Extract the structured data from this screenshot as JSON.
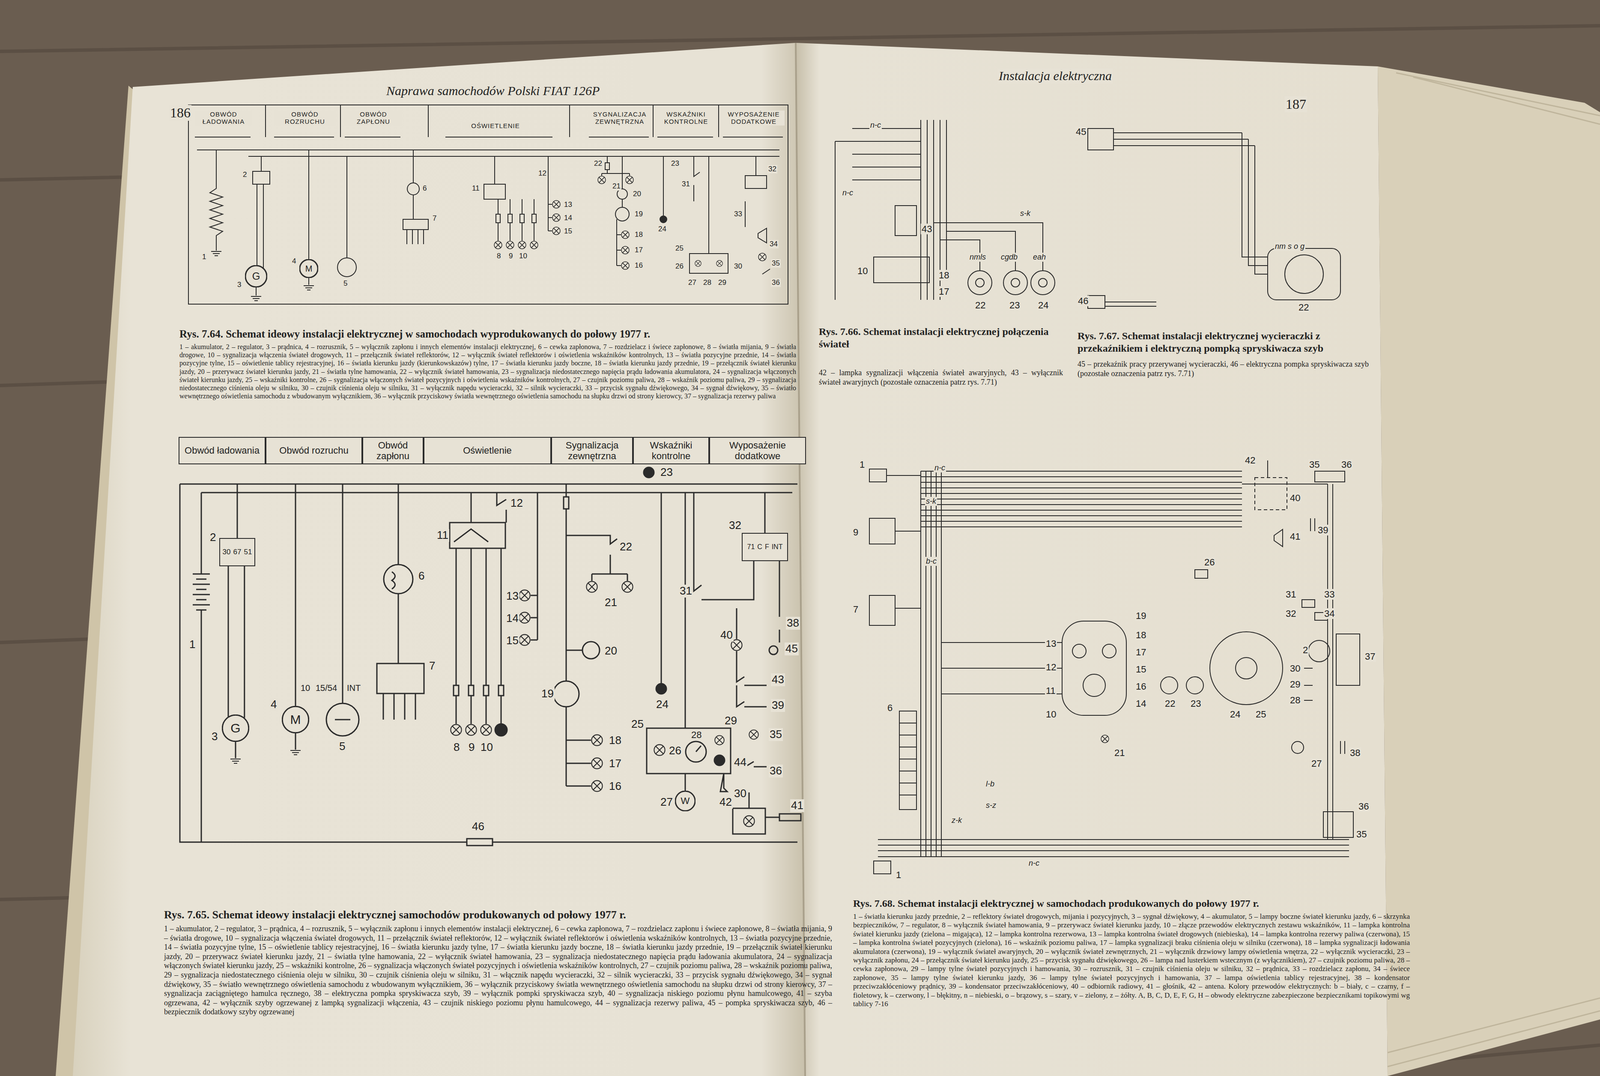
{
  "diagram": {
    "title": "Instalacja elektryczna",
    "nodes": [
      {
        "text": [
          "G"
        ]
      },
      {
        "text": [
          "M"
        ]
      },
      {
        "text": [
          "Obwód ładowania"
        ]
      },
      {
        "text": [
          "Obwód rozruchu"
        ]
      },
      {
        "text": [
          "Obwód zapłonu"
        ]
      },
      {
        "text": [
          "Oświetlenie"
        ]
      },
      {
        "text": [
          "Sygnalizacja zewnętrzna"
        ]
      },
      {
        "text": [
          "Wskaźniki kontrolne"
        ]
      },
      {
        "text": [
          "Wyposażenie dodatkowe"
        ]
      },
      {
        "text": [
          "30",
          "67",
          "51"
        ]
      },
      {
        "text": [
          "G"
        ]
      },
      {
        "text": [
          "M"
        ]
      },
      {
        "text": [
          "71",
          "C",
          "F",
          "INT"
        ]
      },
      {
        "text": [
          "W"
        ]
      }
    ],
    "edges": [
      {
        "from": 9,
        "to": 10,
        "arrow": "none"
      },
      {
        "from": 9,
        "to": 10,
        "arrow": "none"
      }
    ],
    "labels": [
      "186",
      "Naprawa samochodów Polski FIAT 126P",
      "187",
      "OBWÓD ŁADOWANIA",
      "OBWÓD ROZRUCHU",
      "OBWÓD ZAPŁONU",
      "OŚWIETLENIE",
      "SYGNALIZACJA ZEWNĘTRZNA",
      "WSKAŹNIKI KONTROLNE",
      "WYPOSAŻENIE DODATKOWE",
      "1",
      "2",
      "3",
      "4",
      "5",
      "6",
      "7",
      "8",
      "9",
      "10",
      "11",
      "12",
      "13",
      "14",
      "15",
      "16",
      "17",
      "18",
      "19",
      "20",
      "21",
      "22",
      "23",
      "24",
      "25",
      "26",
      "27",
      "28",
      "29",
      "30",
      "31",
      "32",
      "33",
      "34",
      "35",
      "36",
      "Rys. 7.64. Schemat ideowy instalacji elektrycznej w samochodach wyprodukowanych do połowy 1977 r.",
      "1 – akumulator, 2 – regulator, 3 – prądnica, 4 – rozrusznik, 5 – wyłącznik zapłonu i innych elementów instalacji elektrycznej, 6 – cewka zapłonowa, 7 – rozdzielacz i świece zapłonowe, 8 – światła mijania, 9 – światła drogowe, 10 – sygnalizacja włączenia świateł drogowych, 11 – przełącznik świateł reflektorów, 12 – wyłącznik świateł reflektorów i oświetlenia wskaźników kontrolnych, 13 – światła pozycyjne przednie, 14 – światła pozycyjne tylne, 15 – oświetlenie tablicy rejestracyjnej, 16 – światła kierunku jazdy (kierunkowskazów) tylne, 17 – światła kierunku jazdy boczne, 18 – światła kierunku jazdy przednie, 19 – przełącznik świateł kierunku jazdy, 20 – przerywacz świateł kierunku jazdy, 21 – światła tylne hamowania, 22 – wyłącznik świateł hamowania, 23 – sygnalizacja niedostatecznego napięcia prądu ładowania akumulatora, 24 – sygnalizacja włączonych świateł kierunku jazdy, 25 – wskaźniki kontrolne, 26 – sygnalizacja włączonych świateł pozycyjnych i oświetlenia wskaźników kontrolnych, 27 – czujnik poziomu paliwa, 28 – wskaźnik poziomu paliwa, 29 – sygnalizacja niedostatecznego ciśnienia oleju w silniku, 30 – czujnik ciśnienia oleju w silniku, 31 – wyłącznik napędu wycieraczki, 32 – silnik wycieraczki, 33 – przycisk sygnału dźwiękowego, 34 – sygnał dźwiękowy, 35 – światło wewnętrznego oświetlenia samochodu z wbudowanym wyłącznikiem, 36 – wyłącznik przyciskowy światła wewnętrznego oświetlenia samochodu na słupku drzwi od strony kierowcy, 37 – sygnalizacja rezerwy paliwa",
      "23",
      "1",
      "2",
      "3",
      "4",
      "5",
      "10",
      "15/54",
      "INT",
      "6",
      "7",
      "11",
      "12",
      "8",
      "9",
      "10",
      "13",
      "14",
      "15",
      "22",
      "21",
      "20",
      "19",
      "18",
      "17",
      "16",
      "24",
      "25",
      "26",
      "28",
      "29",
      "44",
      "27",
      "30",
      "31",
      "32",
      "38",
      "40",
      "45",
      "43",
      "39",
      "35",
      "36",
      "42",
      "41",
      "46",
      "Rys. 7.65. Schemat ideowy instalacji elektrycznej samochodów produkowanych od połowy 1977 r.",
      "1 – akumulator, 2 – regulator, 3 – prądnica, 4 – rozrusznik, 5 – wyłącznik zapłonu i innych elementów instalacji elektrycznej, 6 – cewka zapłonowa, 7 – rozdzielacz zapłonu i świece zapłonowe, 8 – światła mijania, 9 – światła drogowe, 10 – sygnalizacja włączenia świateł drogowych, 11 – przełącznik świateł reflektorów, 12 – wyłącznik świateł reflektorów i oświetlenia wskaźników kontrolnych, 13 – światła pozycyjne przednie, 14 – światła pozycyjne tylne, 15 – oświetlenie tablicy rejestracyjnej, 16 – światła kierunku jazdy tylne, 17 – światła kierunku jazdy boczne, 18 – światła kierunku jazdy przednie, 19 – przełącznik świateł kierunku jazdy, 20 – przerywacz świateł kierunku jazdy, 21 – światła tylne hamowania, 22 – wyłącznik świateł hamowania, 23 – sygnalizacja niedostatecznego napięcia prądu ładowania akumulatora, 24 – sygnalizacja włączonych świateł kierunku jazdy, 25 – wskaźniki kontrolne, 26 – sygnalizacja włączonych świateł pozycyjnych i oświetlenia wskaźników kontrolnych, 27 – czujnik poziomu paliwa, 28 – wskaźnik poziomu paliwa, 29 – sygnalizacja niedostatecznego ciśnienia oleju w silniku, 30 – czujnik ciśnienia oleju w silniku, 31 – włącznik napędu wycieraczki, 32 – silnik wycieraczki, 33 – przycisk sygnału dźwiękowego, 34 – sygnał dźwiękowy, 35 – światło wewnętrznego oświetlenia samochodu z wbudowanym wyłącznikiem, 36 – wyłącznik przyciskowy światła wewnętrznego oświetlenia samochodu na słupku drzwi od strony kierowcy, 37 – sygnalizacja zaciągniętego hamulca ręcznego, 38 – elektryczna pompka spryskiwacza szyb, 39 – wyłącznik pompki spryskiwacza szyb, 40 – sygnalizacja niskiego poziomu płynu hamulcowego, 41 – szyba ogrzewana, 42 – wyłącznik szyby ogrzewanej z lampką sygnalizacji włączenia, 43 – czujnik niskiego poziomu płynu hamulcowego, 44 – sygnalizacja rezerwy paliwa, 45 – pompka spryskiwacza szyb, 46 – bezpiecznik dodatkowy szyby ogrzewanej",
      "n-c",
      "n-c",
      "s-k",
      "43",
      "10",
      "18",
      "17",
      "nmls",
      "cgdb",
      "eah",
      "22",
      "23",
      "24",
      "Rys. 7.66. Schemat instalacji elektrycznej połączenia świateł",
      "42 – lampka sygnalizacji włączenia świateł awaryjnych, 43 – wyłącznik świateł awaryjnych (pozostałe oznaczenia patrz rys. 7.71)",
      "45",
      "46",
      "nm s o g",
      "22",
      "Rys. 7.67. Schemat instalacji elektrycznej wycieraczki z przekaźnikiem i elektryczną pompką spryskiwacza szyb",
      "45 – przekaźnik pracy przerywanej wycieraczki, 46 – elektryczna pompka spryskiwacza szyb (pozostałe oznaczenia patrz rys. 7.71)",
      "1",
      "n-c",
      "s-k",
      "b-c",
      "9",
      "7",
      "6",
      "13",
      "12",
      "11",
      "10",
      "19",
      "18",
      "17",
      "15",
      "16",
      "14",
      "22",
      "23",
      "24",
      "25",
      "21",
      "26",
      "42",
      "40",
      "41",
      "35",
      "36",
      "39",
      "31",
      "33",
      "32",
      "34",
      "2",
      "30",
      "29",
      "28",
      "37",
      "27",
      "38",
      "z-k",
      "l-b",
      "s-z",
      "n-c",
      "36",
      "35",
      "1",
      "Rys. 7.68. Schemat instalacji elektrycznej w samochodach produkowanych do połowy 1977 r.",
      "1 – światła kierunku jazdy przednie, 2 – reflektory świateł drogowych, mijania i pozycyjnych, 3 – sygnał dźwiękowy, 4 – akumulator, 5 – lampy boczne świateł kierunku jazdy, 6 – skrzynka bezpieczników, 7 – regulator, 8 – wyłącznik świateł hamowania, 9 – przerywacz świateł kierunku jazdy, 10 – złącze przewodów elektrycznych zestawu wskaźników, 11 – lampka kontrolna świateł kierunku jazdy (zielona – migająca), 12 – lampka kontrolna rezerwowa, 13 – lampka kontrolna świateł drogowych (niebieska), 14 – lampka kontrolna rezerwy paliwa (czerwona), 15 – lampka kontrolna świateł pozycyjnych (zielona), 16 – wskaźnik poziomu paliwa, 17 – lampka sygnalizacji braku ciśnienia oleju w silniku (czerwona), 18 – lampka sygnalizacji ładowania akumulatora (czerwona), 19 – wyłącznik świateł awaryjnych, 20 – wyłącznik świateł zewnętrznych, 21 – wyłącznik drzwiowy lampy oświetlenia wnętrza, 22 – wyłącznik wycieraczki, 23 – wyłącznik zapłonu, 24 – przełącznik świateł kierunku jazdy, 25 – przycisk sygnału dźwiękowego, 26 – lampa nad lusterkiem wstecznym (z wyłącznikiem), 27 – czujnik poziomu paliwa, 28 – cewka zapłonowa, 29 – lampy tylne świateł pozycyjnych i hamowania, 30 – rozrusznik, 31 – czujnik ciśnienia oleju w silniku, 32 – prądnica, 33 – rozdzielacz zapłonu, 34 – świece zapłonowe, 35 – lampy tylne świateł kierunku jazdy, 36 – lampy tylne świateł pozycyjnych i hamowania, 37 – lampa oświetlenia tablicy rejestracyjnej, 38 – kondensator przeciwzakłóceniowy prądnicy, 39 – kondensator przeciwzakłóceniowy, 40 – odbiornik radiowy, 41 – głośnik, 42 – antena. Kolory przewodów elektrycznych: b – biały, c – czarny, f – fioletowy, k – czerwony, l – błękitny, n – niebieski, o – brązowy, s – szary, v – zielony, z – żółty. A, B, C, D, E, F, G, H – obwody elektryczne zabezpieczone bezpiecznikami topikowymi wg tablicy 7-16"
    ]
  }
}
